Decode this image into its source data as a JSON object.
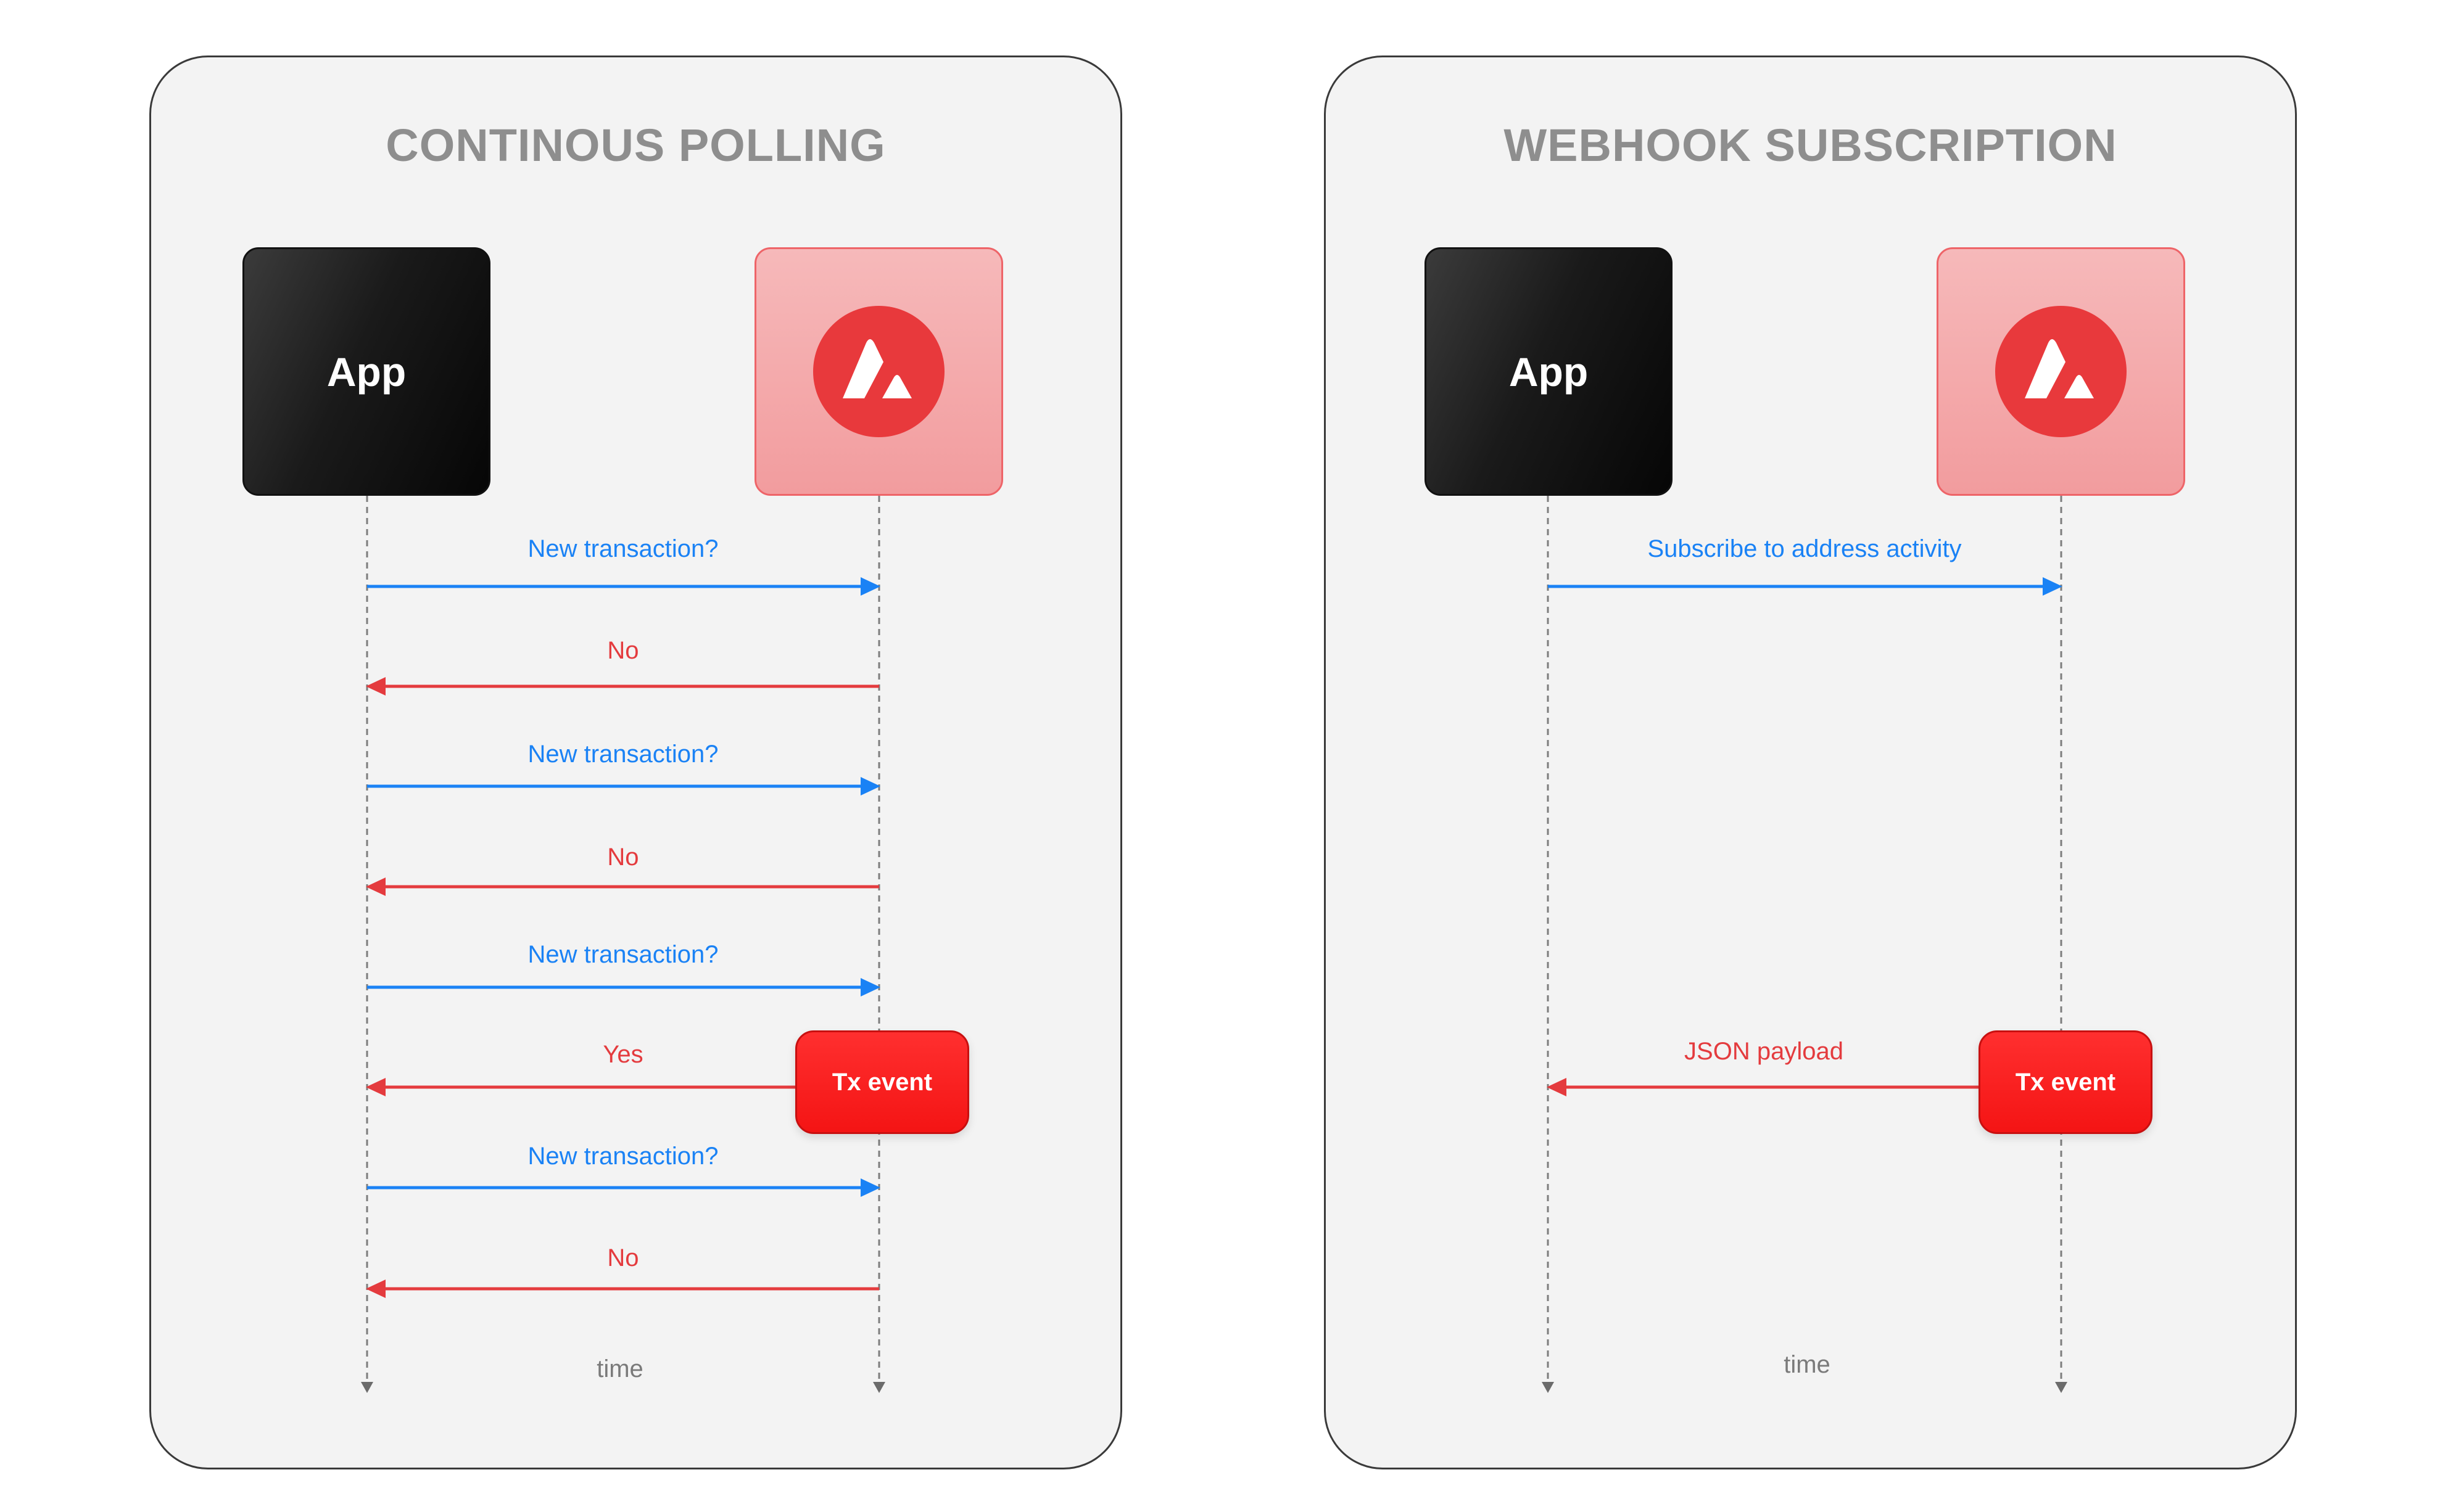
{
  "colors": {
    "request_blue": "#1a82f5",
    "response_red": "#e43b3e",
    "panel_bg": "#f3f3f3",
    "title_gray": "#8e8e8e",
    "app_black": "#0a0a0a",
    "avalanche_pink": "#f4a9ab",
    "avalanche_logo_red": "#e8393c",
    "tx_event_red": "#f41414"
  },
  "polling": {
    "title": "CONTINOUS POLLING",
    "app_label": "App",
    "provider_icon": "avalanche-logo-icon",
    "messages": [
      {
        "label": "New transaction?",
        "direction": "request"
      },
      {
        "label": "No",
        "direction": "response"
      },
      {
        "label": "New transaction?",
        "direction": "request"
      },
      {
        "label": "No",
        "direction": "response"
      },
      {
        "label": "New transaction?",
        "direction": "request"
      },
      {
        "label": "Yes",
        "direction": "response"
      },
      {
        "label": "New transaction?",
        "direction": "request"
      },
      {
        "label": "No",
        "direction": "response"
      }
    ],
    "event_label": "Tx event",
    "time_label": "time"
  },
  "webhook": {
    "title": "WEBHOOK SUBSCRIPTION",
    "app_label": "App",
    "provider_icon": "avalanche-logo-icon",
    "messages": [
      {
        "label": "Subscribe to address activity",
        "direction": "request"
      },
      {
        "label": "JSON payload",
        "direction": "response"
      }
    ],
    "event_label": "Tx event",
    "time_label": "time"
  }
}
